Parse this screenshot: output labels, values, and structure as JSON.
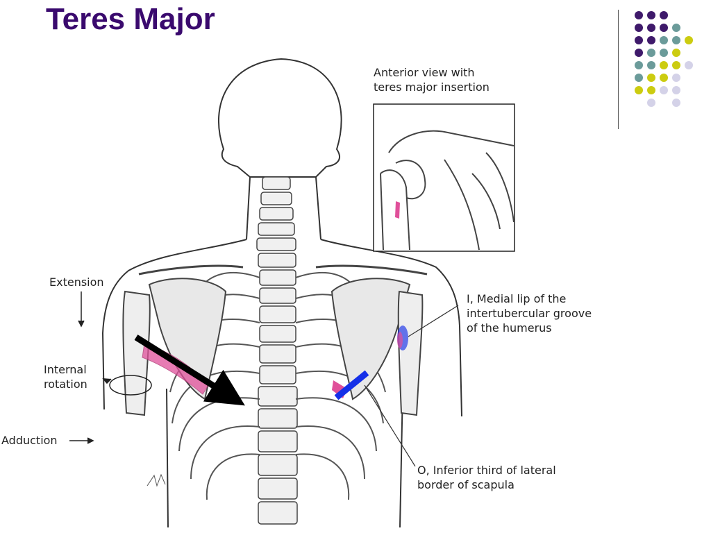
{
  "slide": {
    "title": "Teres Major"
  },
  "labels": {
    "anterior_view": "Anterior view with\nteres major insertion",
    "extension": "Extension",
    "internal_rotation": "Internal\nrotation",
    "adduction": "Adduction",
    "insertion": "I, Medial lip of the\nintertubercular groove\nof the humerus",
    "origin": "O, Inferior third of lateral\nborder of scapula"
  },
  "colors": {
    "title": "#3a0a6e",
    "muscle": "#e0509a",
    "highlight": "#1530e8",
    "dot_purple": "#3f1a6b",
    "dot_teal": "#6b9b9a",
    "dot_yellow": "#cccc10",
    "dot_lavender": "#d4d2e8"
  },
  "icons": {
    "decoration": "dot-grid-icon",
    "arrow": "arrow-icon"
  }
}
